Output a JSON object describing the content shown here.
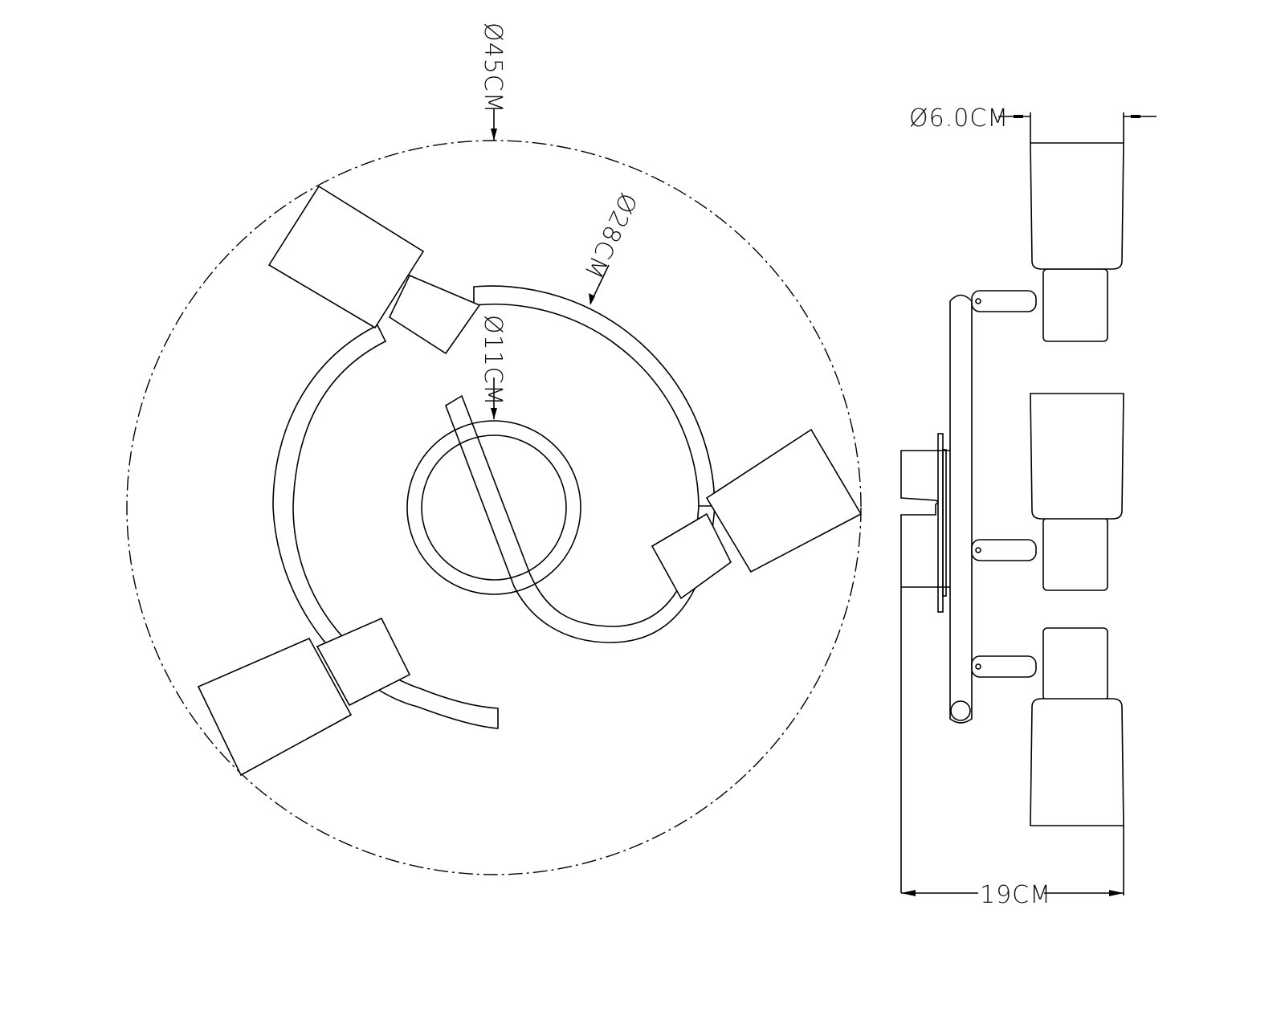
{
  "title": "Spiral 3-light ceiling spotlight dimension drawing",
  "dimensions": {
    "overall_diameter": "Ø45CM",
    "spiral_diameter": "Ø28CM",
    "center_ring_diameter": "Ø11CM",
    "shade_diameter": "Ø6.0CM",
    "height": "19CM"
  }
}
